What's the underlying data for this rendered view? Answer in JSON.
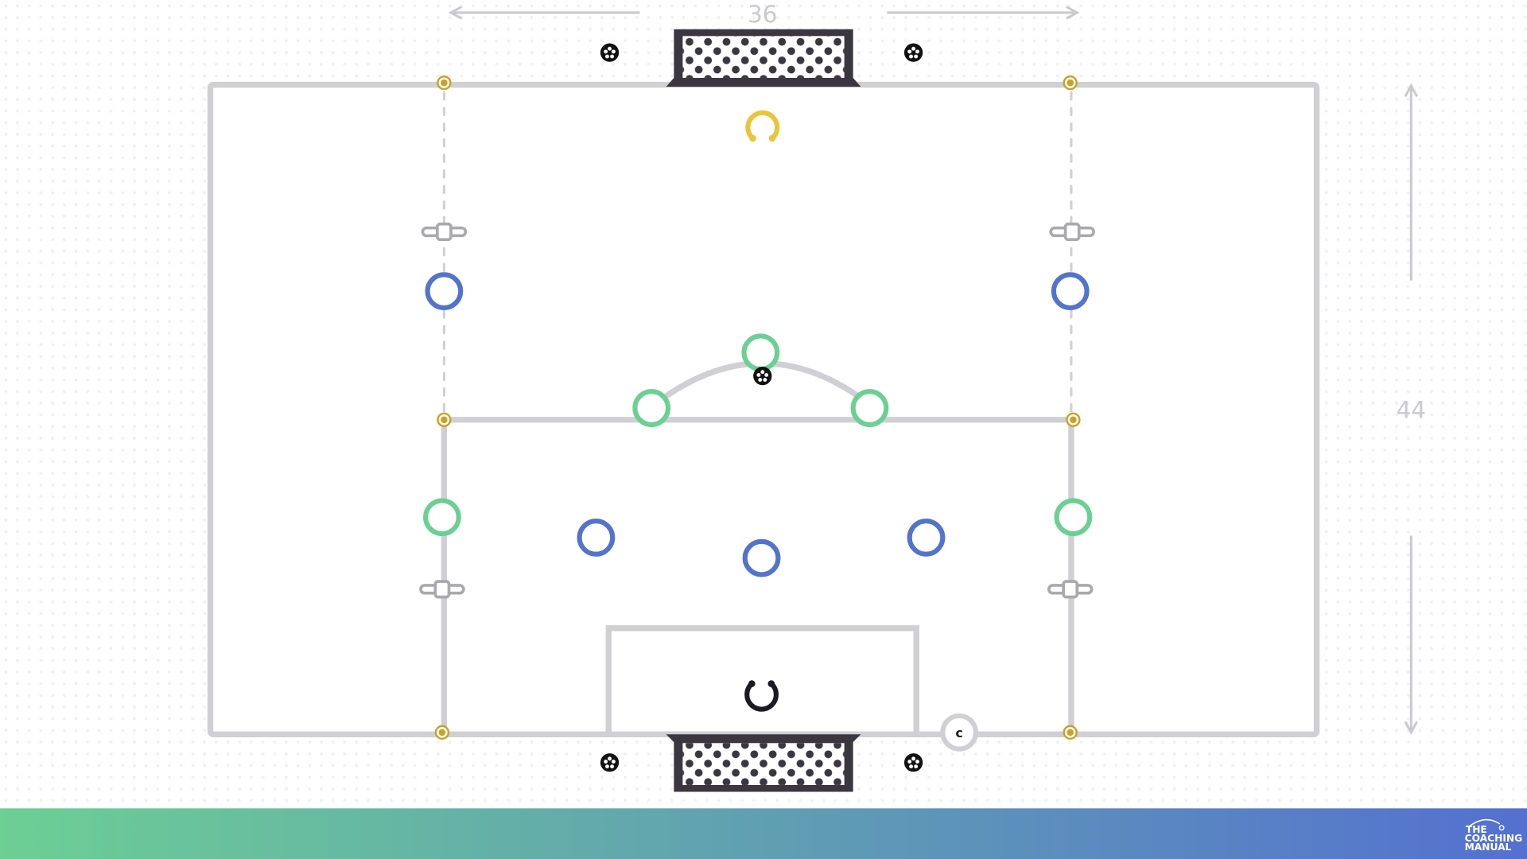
{
  "dimensions": {
    "width_label": "36",
    "height_label": "44"
  },
  "coach": {
    "label": "c"
  },
  "logo": {
    "line1": "THE",
    "line2": "COACHING",
    "line3": "MANUAL"
  },
  "colors": {
    "pitch_line": "#cfcfd4",
    "goal": "#3a3740",
    "team_blue": "#5373cc",
    "team_green": "#6ccf93",
    "cone": "#c9a227",
    "goalkeeper_top": "#e8c53c",
    "goalkeeper_bottom": "#1d1a24",
    "footer_gradient_start": "#6ccf94",
    "footer_gradient_end": "#5470d0"
  },
  "icons": [
    "goal-icon",
    "cone-icon",
    "mannequin-icon",
    "ball-icon",
    "goalkeeper-icon",
    "player-icon",
    "coach-icon",
    "dimension-arrow-icon",
    "logo-icon"
  ]
}
